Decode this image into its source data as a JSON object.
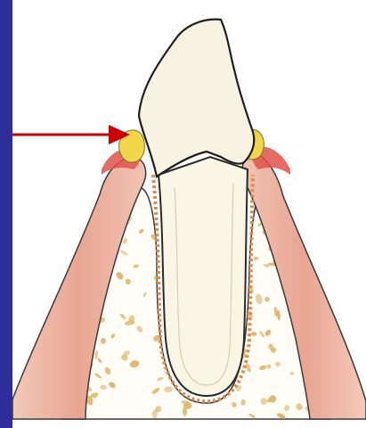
{
  "figure": {
    "subject": "tooth-cross-section",
    "pointer": {
      "icon": "red-arrow",
      "target": "calculus-deposit"
    },
    "colors": {
      "frame": "#2e2e9a",
      "background": "#ffffff",
      "enamel": "#f7f3e3",
      "dentin": "#faf6e6",
      "gum": "#ecae9c",
      "gum_margin": "#e0524a",
      "calculus": "#f2d64a",
      "bone_speckle": "#e0b56a",
      "ligament": "#e0884a",
      "arrow": "#cc0000",
      "outline": "#2a2a2a"
    }
  }
}
